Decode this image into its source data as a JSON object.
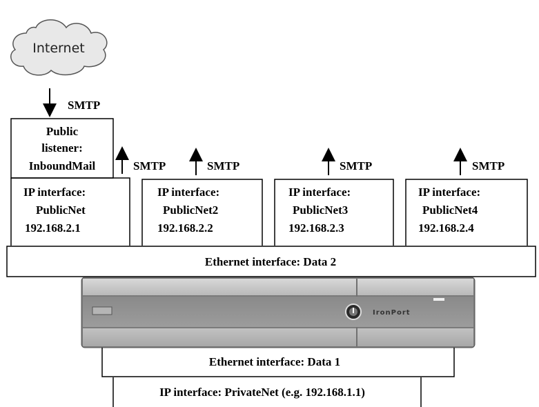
{
  "cloud": {
    "label": "Internet"
  },
  "inbound_arrow": {
    "label": "SMTP"
  },
  "listener": {
    "lines": [
      "Public",
      "listener:",
      "InboundMail"
    ]
  },
  "outbound_arrows": [
    {
      "label": "SMTP"
    },
    {
      "label": "SMTP"
    },
    {
      "label": "SMTP"
    },
    {
      "label": "SMTP"
    }
  ],
  "ip_interfaces": [
    {
      "title": "IP interface:",
      "name": "PublicNet",
      "address": "192.168.2.1"
    },
    {
      "title": "IP interface:",
      "name": "PublicNet2",
      "address": "192.168.2.2"
    },
    {
      "title": "IP interface:",
      "name": "PublicNet3",
      "address": "192.168.2.3"
    },
    {
      "title": "IP interface:",
      "name": "PublicNet4",
      "address": "192.168.2.4"
    }
  ],
  "ethernet_data2": {
    "label": "Ethernet interface: Data 2"
  },
  "appliance": {
    "brand": "IronPort"
  },
  "ethernet_data1": {
    "label": "Ethernet interface: Data 1"
  },
  "private_interface": {
    "label": "IP interface: PrivateNet (e.g. 192.168.1.1)"
  }
}
